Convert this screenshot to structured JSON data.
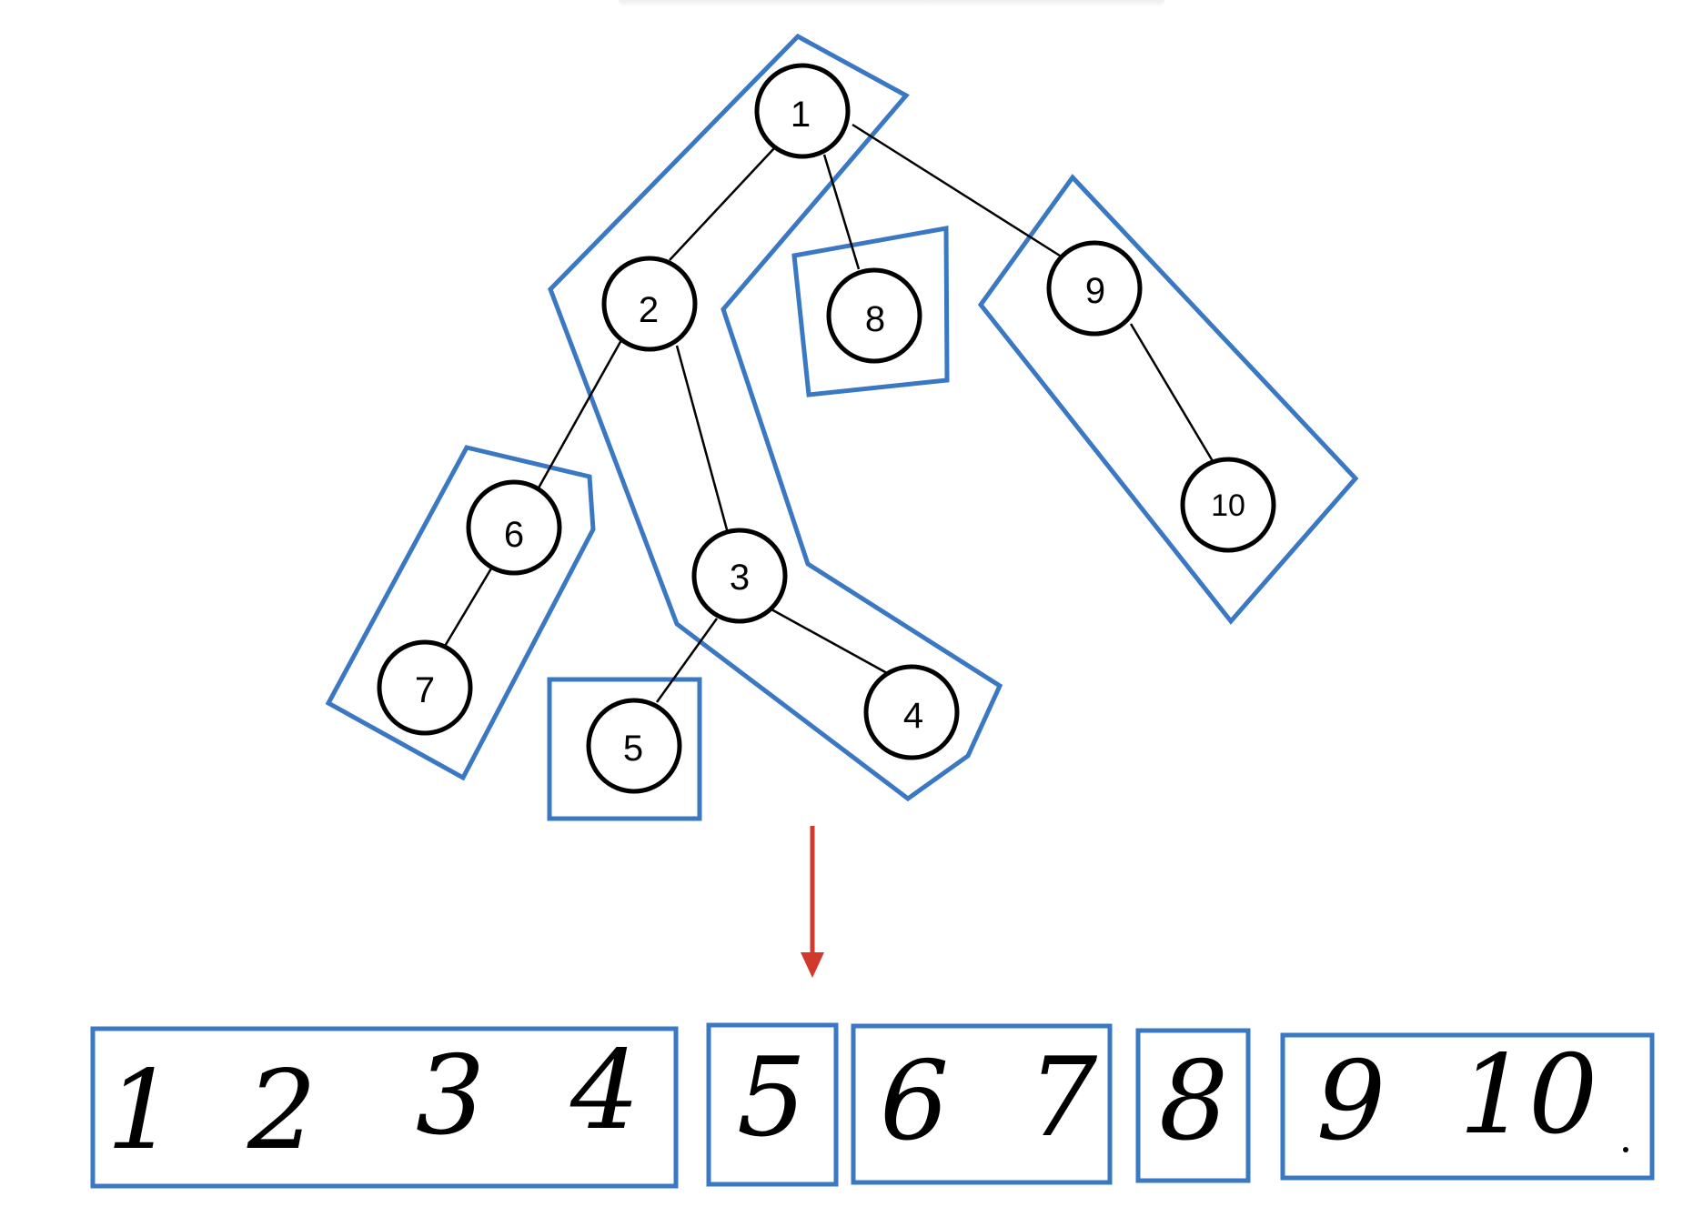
{
  "colors": {
    "group_outline": "#3a78c3",
    "arrow": "#d0392b",
    "node_stroke": "#000000",
    "edge": "#000000"
  },
  "tree": {
    "nodes": [
      {
        "id": "1",
        "label": "1"
      },
      {
        "id": "2",
        "label": "2"
      },
      {
        "id": "3",
        "label": "3"
      },
      {
        "id": "4",
        "label": "4"
      },
      {
        "id": "5",
        "label": "5"
      },
      {
        "id": "6",
        "label": "6"
      },
      {
        "id": "7",
        "label": "7"
      },
      {
        "id": "8",
        "label": "8"
      },
      {
        "id": "9",
        "label": "9"
      },
      {
        "id": "10",
        "label": "10"
      }
    ],
    "edges": [
      [
        "1",
        "2"
      ],
      [
        "1",
        "8"
      ],
      [
        "1",
        "9"
      ],
      [
        "2",
        "6"
      ],
      [
        "2",
        "3"
      ],
      [
        "6",
        "7"
      ],
      [
        "3",
        "5"
      ],
      [
        "3",
        "4"
      ],
      [
        "9",
        "10"
      ]
    ],
    "chains": [
      [
        "1",
        "2",
        "3",
        "4"
      ],
      [
        "5"
      ],
      [
        "6",
        "7"
      ],
      [
        "8"
      ],
      [
        "9",
        "10"
      ]
    ]
  },
  "sequence": {
    "groups": [
      {
        "items": [
          "1",
          "2",
          "3",
          "4"
        ]
      },
      {
        "items": [
          "5"
        ]
      },
      {
        "items": [
          "6",
          "7"
        ]
      },
      {
        "items": [
          "8"
        ]
      },
      {
        "items": [
          "9",
          "10"
        ]
      }
    ]
  }
}
